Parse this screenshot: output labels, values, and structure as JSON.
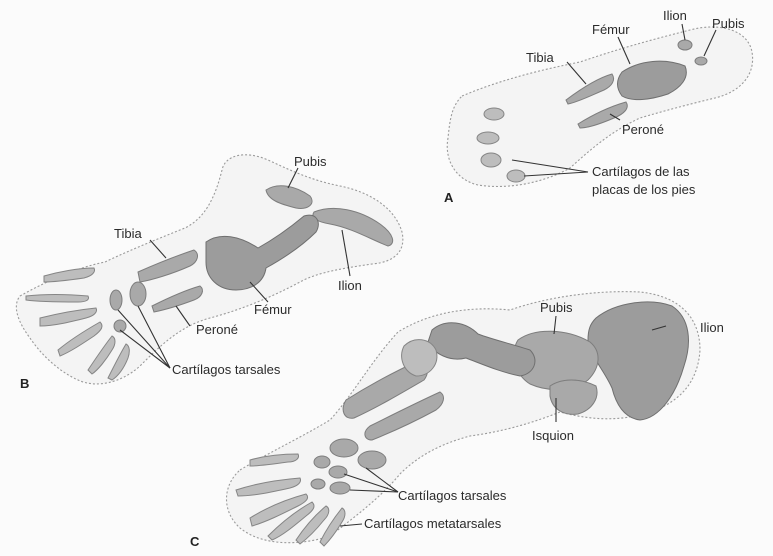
{
  "panels": {
    "a": "A",
    "b": "B",
    "c": "C"
  },
  "labels_a": {
    "femur": "Fémur",
    "ilion": "Ilion",
    "pubis": "Pubis",
    "tibia": "Tibia",
    "perone": "Peroné",
    "cartilagos_line1": "Cartílagos de las",
    "cartilagos_line2": "placas de los pies"
  },
  "labels_b": {
    "pubis": "Pubis",
    "tibia": "Tibia",
    "ilion": "Ilion",
    "femur": "Fémur",
    "perone": "Peroné",
    "cartilagos_tarsales": "Cartílagos tarsales"
  },
  "labels_c": {
    "pubis": "Pubis",
    "ilion": "Ilion",
    "isquion": "Isquion",
    "cartilagos_tarsales": "Cartílagos tarsales",
    "cartilagos_metatarsales": "Cartílagos metatarsales"
  }
}
